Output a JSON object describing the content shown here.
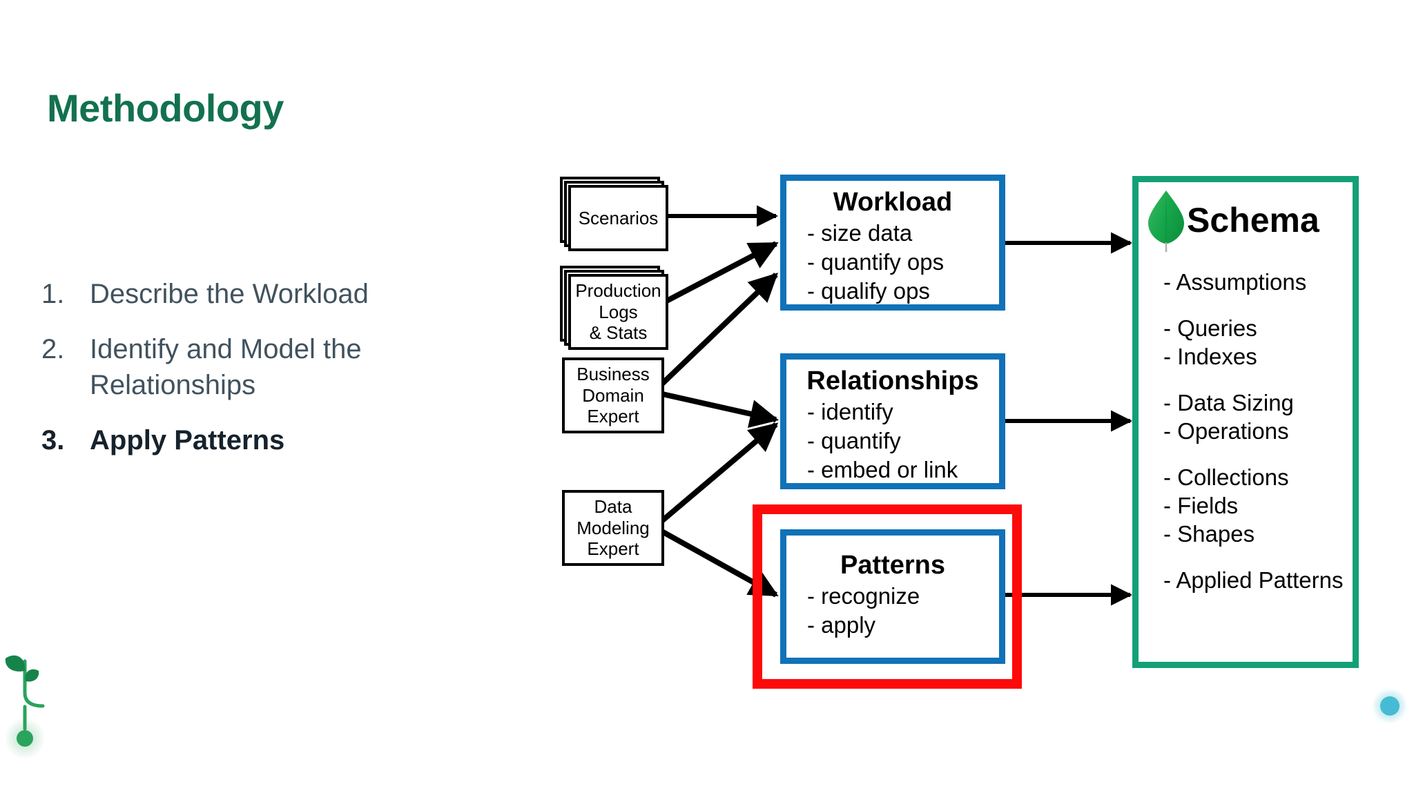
{
  "slide": {
    "title": "Methodology",
    "title_color": "#13714f",
    "background": "#ffffff"
  },
  "agenda": {
    "items": [
      {
        "number": "1.",
        "text": "Describe the Workload",
        "state": "normal"
      },
      {
        "number": "2.",
        "text": "Identify and Model the Relationships",
        "state": "normal"
      },
      {
        "number": "3.",
        "text": "Apply Patterns",
        "state": "current"
      }
    ]
  },
  "diagram": {
    "inputs": [
      {
        "id": "scenarios",
        "label": "Scenarios",
        "stacked": true
      },
      {
        "id": "production-logs",
        "label": "Production\nLogs\n& Stats",
        "stacked": true
      },
      {
        "id": "business-domain-expert",
        "label": "Business\nDomain\nExpert",
        "stacked": false
      },
      {
        "id": "data-modeling-expert",
        "label": "Data\nModeling\nExpert",
        "stacked": false
      }
    ],
    "processes": [
      {
        "id": "workload",
        "title": "Workload",
        "items": [
          "- size data",
          "- quantify ops",
          "- qualify ops"
        ],
        "border_color": "#1072b8",
        "highlighted": false
      },
      {
        "id": "relationships",
        "title": "Relationships",
        "items": [
          "- identify",
          "- quantify",
          "- embed or link"
        ],
        "border_color": "#1072b8",
        "highlighted": false
      },
      {
        "id": "patterns",
        "title": "Patterns",
        "items": [
          "- recognize",
          "- apply"
        ],
        "border_color": "#1072b8",
        "highlighted": true,
        "highlight_color": "#fd0a0a"
      }
    ],
    "output": {
      "id": "schema",
      "title": "Schema",
      "logo": "mongodb-leaf-icon",
      "border_color": "#13a077",
      "items": [
        {
          "text": "- Assumptions",
          "gap_before": false
        },
        {
          "text": "- Queries",
          "gap_before": true
        },
        {
          "text": "- Indexes",
          "gap_before": false
        },
        {
          "text": "- Data Sizing",
          "gap_before": true
        },
        {
          "text": "- Operations",
          "gap_before": false
        },
        {
          "text": "- Collections",
          "gap_before": true
        },
        {
          "text": "- Fields",
          "gap_before": false
        },
        {
          "text": "- Shapes",
          "gap_before": false
        },
        {
          "text": "- Applied Patterns",
          "gap_before": true
        }
      ]
    }
  },
  "decoration": {
    "sprout": "sprout-icon",
    "line_start_color": "#2aa35c",
    "line_end_color": "#45bcd4",
    "dot_left_color": "#2aa35c",
    "dot_right_color": "#45bcd4"
  }
}
